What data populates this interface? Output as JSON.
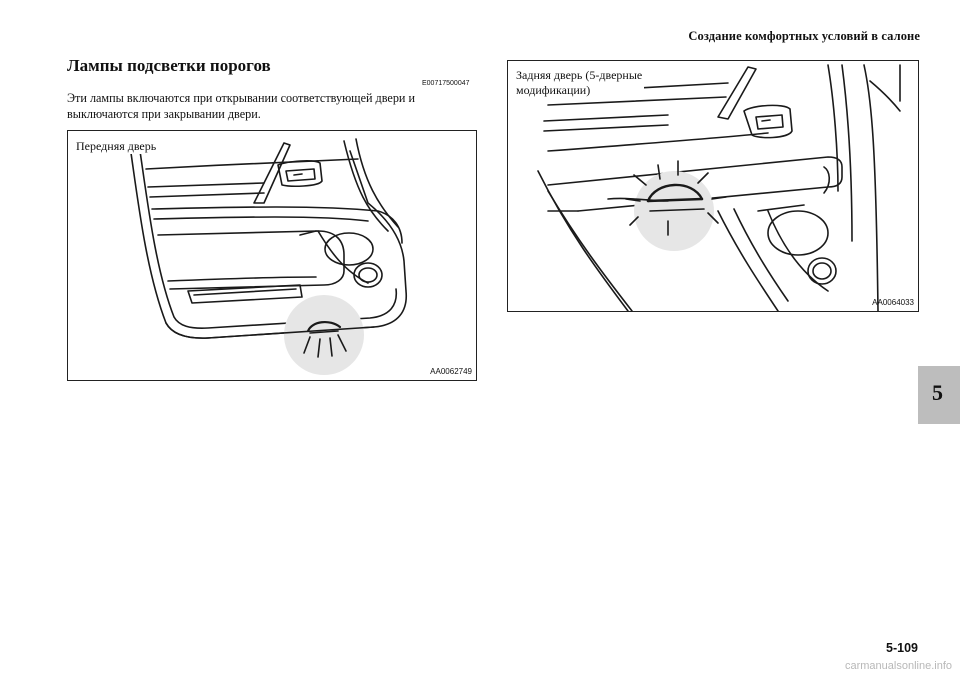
{
  "header": {
    "running_title": "Создание комфортных условий в салоне"
  },
  "section": {
    "title": "Лампы подсветки порогов",
    "code": "E00717500047",
    "body": "Эти лампы включаются при открывании соответствующей двери и выключаются при закрывании двери."
  },
  "figures": {
    "front": {
      "label": "Передняя дверь",
      "code": "AA0062749"
    },
    "rear": {
      "label_line1": "Задняя дверь (5-дверные",
      "label_line2": "модификации)",
      "code": "AA0064033"
    }
  },
  "sidebar": {
    "chapter_tab": "5"
  },
  "footer": {
    "page_number": "5-109",
    "watermark": "carmanualsonline.info"
  }
}
